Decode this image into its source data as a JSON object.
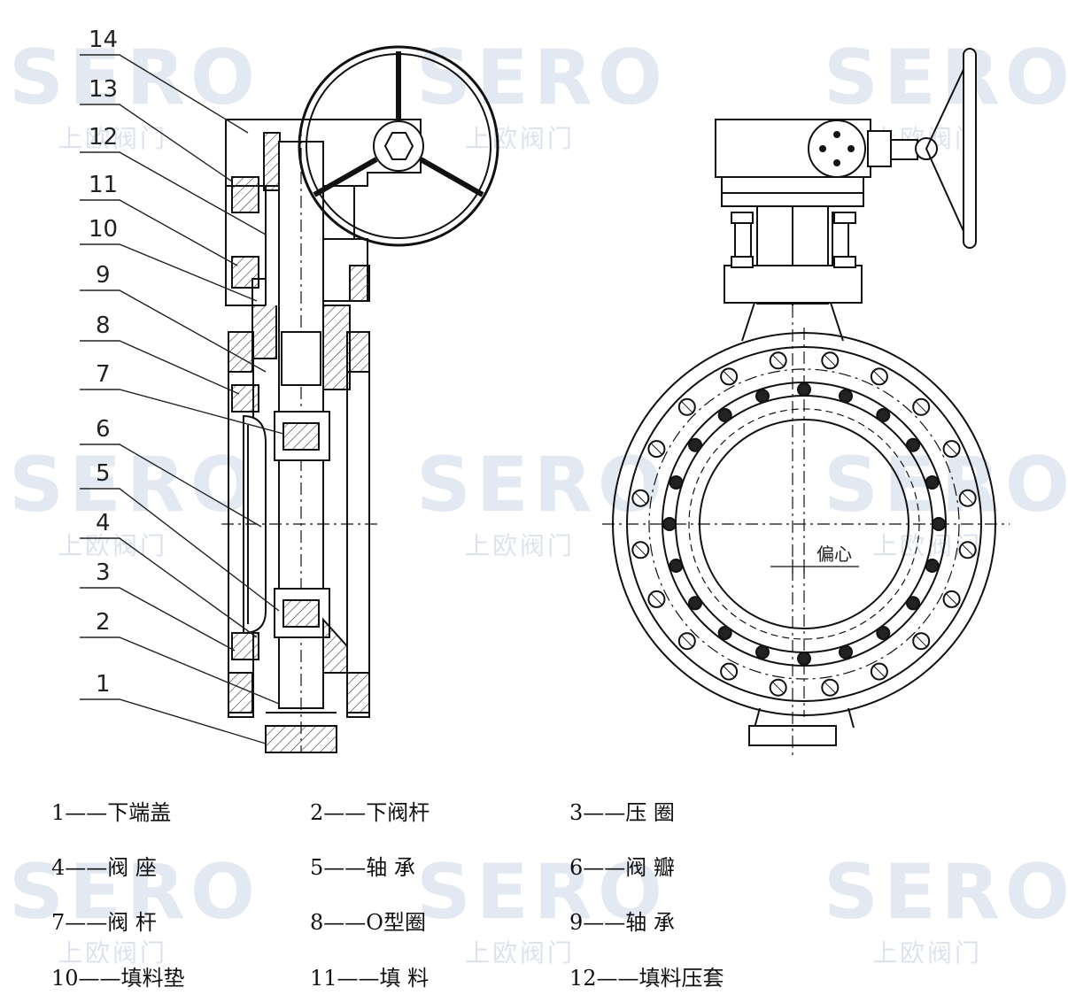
{
  "watermark": {
    "brand": "SERO",
    "sub": "上欧阀门"
  },
  "part_numbers": [
    "14",
    "13",
    "12",
    "11",
    "10",
    "9",
    "8",
    "7",
    "6",
    "5",
    "4",
    "3",
    "2",
    "1"
  ],
  "eccentric_label": "偏心",
  "legend": [
    "1——下端盖",
    "2——下阀杆",
    "3——压  圈",
    "4——阀  座",
    "5——轴  承",
    "6——阀  瓣",
    "7——阀  杆",
    "8——O型圈",
    "9——轴  承",
    "10——填料垫",
    "11——填  料",
    "12——填料压套"
  ]
}
